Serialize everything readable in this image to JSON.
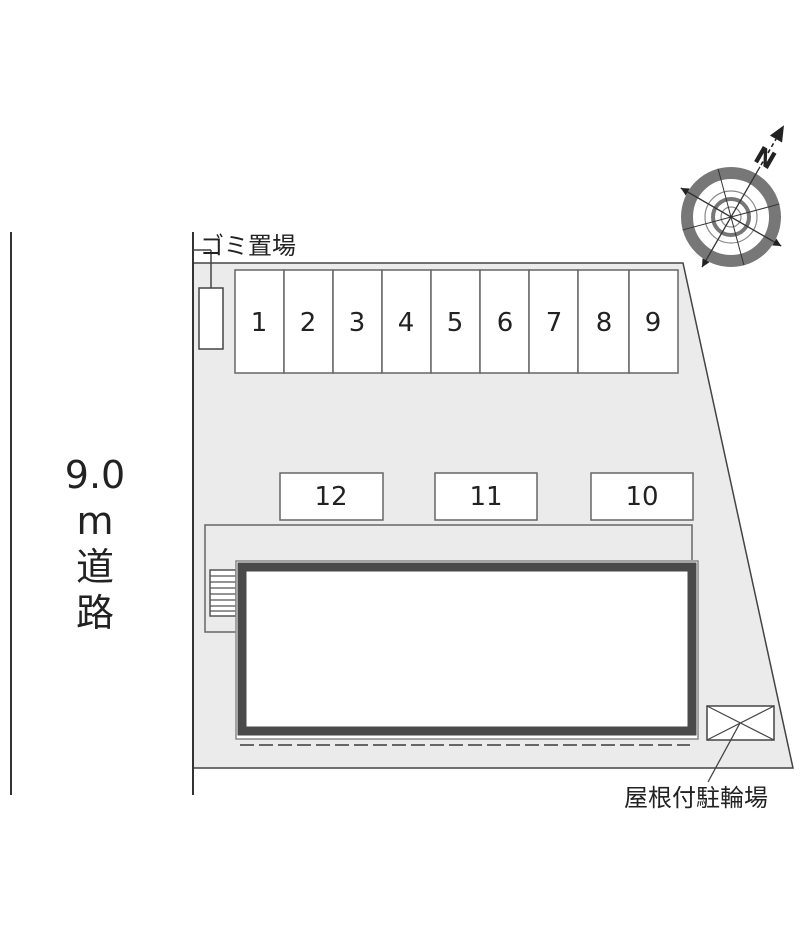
{
  "road": {
    "width": "9.0",
    "unit": "m",
    "label_1": "道",
    "label_2": "路"
  },
  "labels": {
    "garbage": "ゴミ置場",
    "bike_shelter": "屋根付駐輪場",
    "north": "N"
  },
  "parking_top": [
    "1",
    "2",
    "3",
    "4",
    "5",
    "6",
    "7",
    "8",
    "9"
  ],
  "parking_middle": [
    "12",
    "11",
    "10"
  ],
  "colors": {
    "lot": "#ebebeb",
    "building_wall": "#4a4a4a",
    "line": "#555555"
  }
}
